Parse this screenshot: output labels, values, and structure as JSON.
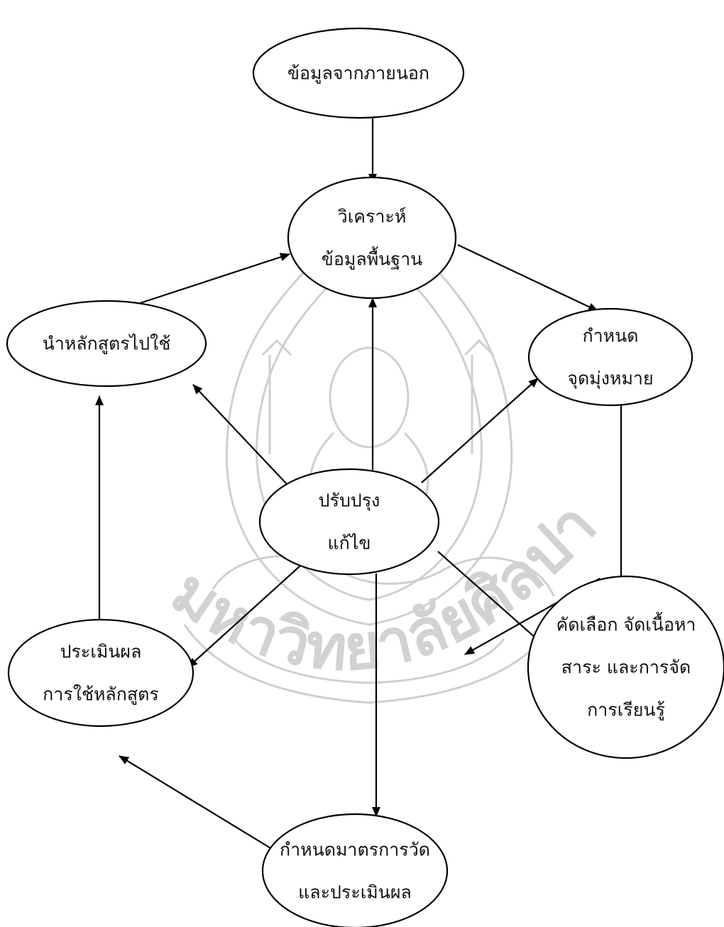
{
  "diagram": {
    "watermark": {
      "seal_text": "มหาวิทยาลัยศิลปากร",
      "icon": "ganesha-seal-icon"
    },
    "nodes": {
      "external": {
        "lines": [
          "ข้อมูลจากภายนอก"
        ]
      },
      "analyze": {
        "lines": [
          "วิเคราะห์",
          "ข้อมูลพื้นฐาน"
        ]
      },
      "goal": {
        "lines": [
          "กำหนด",
          "จุดมุ่งหมาย"
        ]
      },
      "content": {
        "lines": [
          "คัดเลือก จัดเนื้อหา",
          "สาระ และการจัด",
          "การเรียนรู้"
        ]
      },
      "measure": {
        "lines": [
          "กำหนดมาตรการวัด",
          "และประเมินผล"
        ]
      },
      "evaluate": {
        "lines": [
          "ประเมินผล",
          "การใช้หลักสูตร"
        ]
      },
      "implement": {
        "lines": [
          "นำหลักสูตรไปใช้"
        ]
      },
      "improve": {
        "lines": [
          "ปรับปรุง",
          "แก้ไข"
        ]
      }
    },
    "edges": [
      {
        "from": "external",
        "to": "analyze"
      },
      {
        "from": "analyze",
        "to": "goal"
      },
      {
        "from": "goal",
        "to": "content"
      },
      {
        "from": "content",
        "to": "measure"
      },
      {
        "from": "measure",
        "to": "evaluate"
      },
      {
        "from": "evaluate",
        "to": "implement"
      },
      {
        "from": "implement",
        "to": "analyze"
      },
      {
        "from": "improve",
        "to": "analyze"
      },
      {
        "from": "improve",
        "to": "goal"
      },
      {
        "from": "improve",
        "to": "content"
      },
      {
        "from": "improve",
        "to": "measure"
      },
      {
        "from": "improve",
        "to": "evaluate"
      },
      {
        "from": "improve",
        "to": "implement"
      }
    ]
  }
}
